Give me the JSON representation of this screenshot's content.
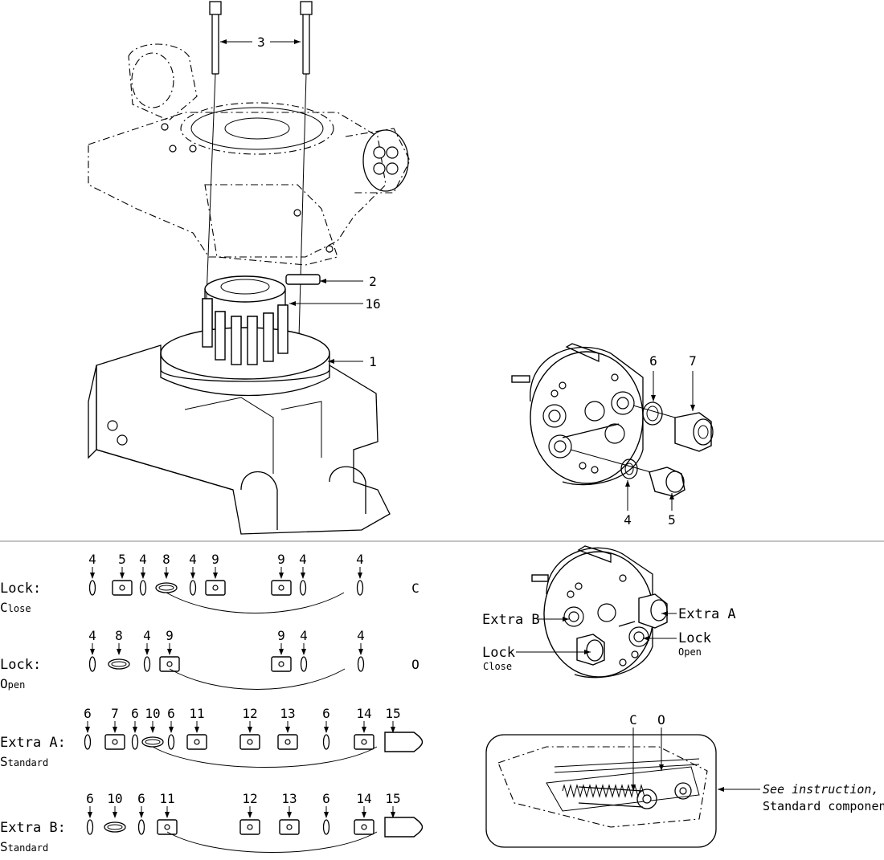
{
  "callouts": {
    "screws": "3",
    "key": "2",
    "pin": "16",
    "adapter": "1",
    "seal_top": "6",
    "nut_top": "7",
    "seal_bottom": "4",
    "nut_bottom": "5"
  },
  "rows": [
    {
      "id": "lock-close",
      "label": "Lock:",
      "sublabel_initial": "C",
      "sublabel_rest": "lose",
      "side": "C",
      "left_parts": [
        "4",
        "5",
        "4",
        "8",
        "4",
        "9"
      ],
      "right_parts": [
        "9",
        "4",
        "4"
      ]
    },
    {
      "id": "lock-open",
      "label": "Lock:",
      "sublabel_initial": "O",
      "sublabel_rest": "pen",
      "side": "O",
      "left_parts": [
        "4",
        "8",
        "4",
        "9"
      ],
      "right_parts": [
        "9",
        "4",
        "4"
      ]
    },
    {
      "id": "extra-a",
      "label": "Extra A:",
      "sublabel_initial": "S",
      "sublabel_rest": "tandard",
      "side": "",
      "left_parts": [
        "6",
        "7",
        "6",
        "10",
        "6",
        "11"
      ],
      "right_parts": [
        "12",
        "13",
        "6",
        "14",
        "15"
      ]
    },
    {
      "id": "extra-b",
      "label": "Extra B:",
      "sublabel_initial": "S",
      "sublabel_rest": "tandard",
      "side": "",
      "left_parts": [
        "6",
        "10",
        "6",
        "11"
      ],
      "right_parts": [
        "12",
        "13",
        "6",
        "14",
        "15"
      ]
    }
  ],
  "port_view": {
    "extra_b": "Extra B",
    "extra_a": "Extra A",
    "lock": "Lock",
    "lock_sub": "Close",
    "lock_open": "Lock",
    "lock_open_sub": "Open"
  },
  "inset": {
    "c_label": "C",
    "o_label": "O",
    "note_line1": "See instruction,",
    "note_line2": "Standard components"
  }
}
